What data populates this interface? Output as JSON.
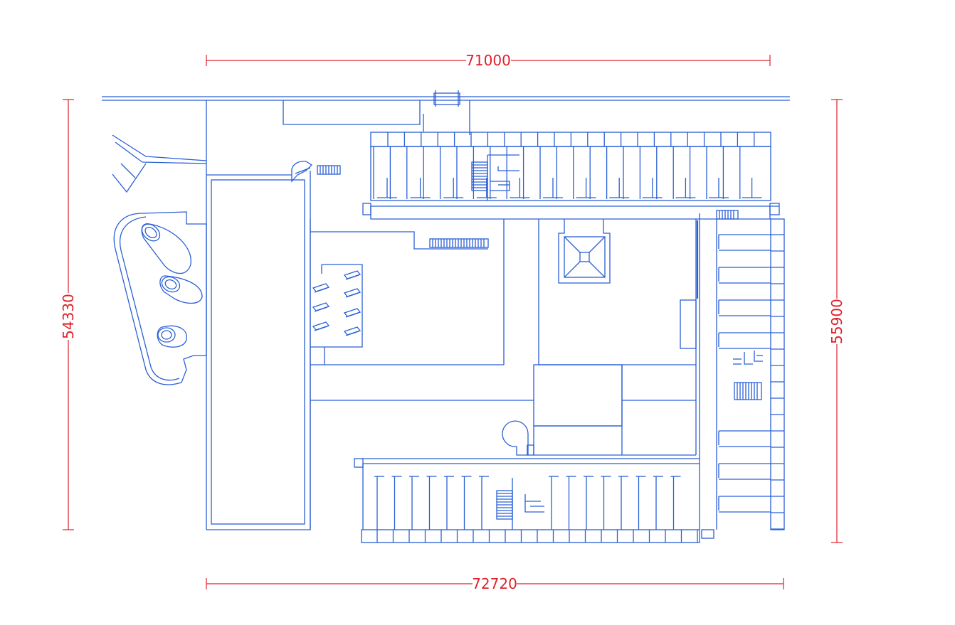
{
  "dimensions": {
    "top": "71000",
    "bottom": "72720",
    "left": "54330",
    "right": "55900"
  },
  "colors": {
    "dimension": "#e0202a",
    "plan": "#2a5fd6",
    "background": "#ffffff"
  }
}
